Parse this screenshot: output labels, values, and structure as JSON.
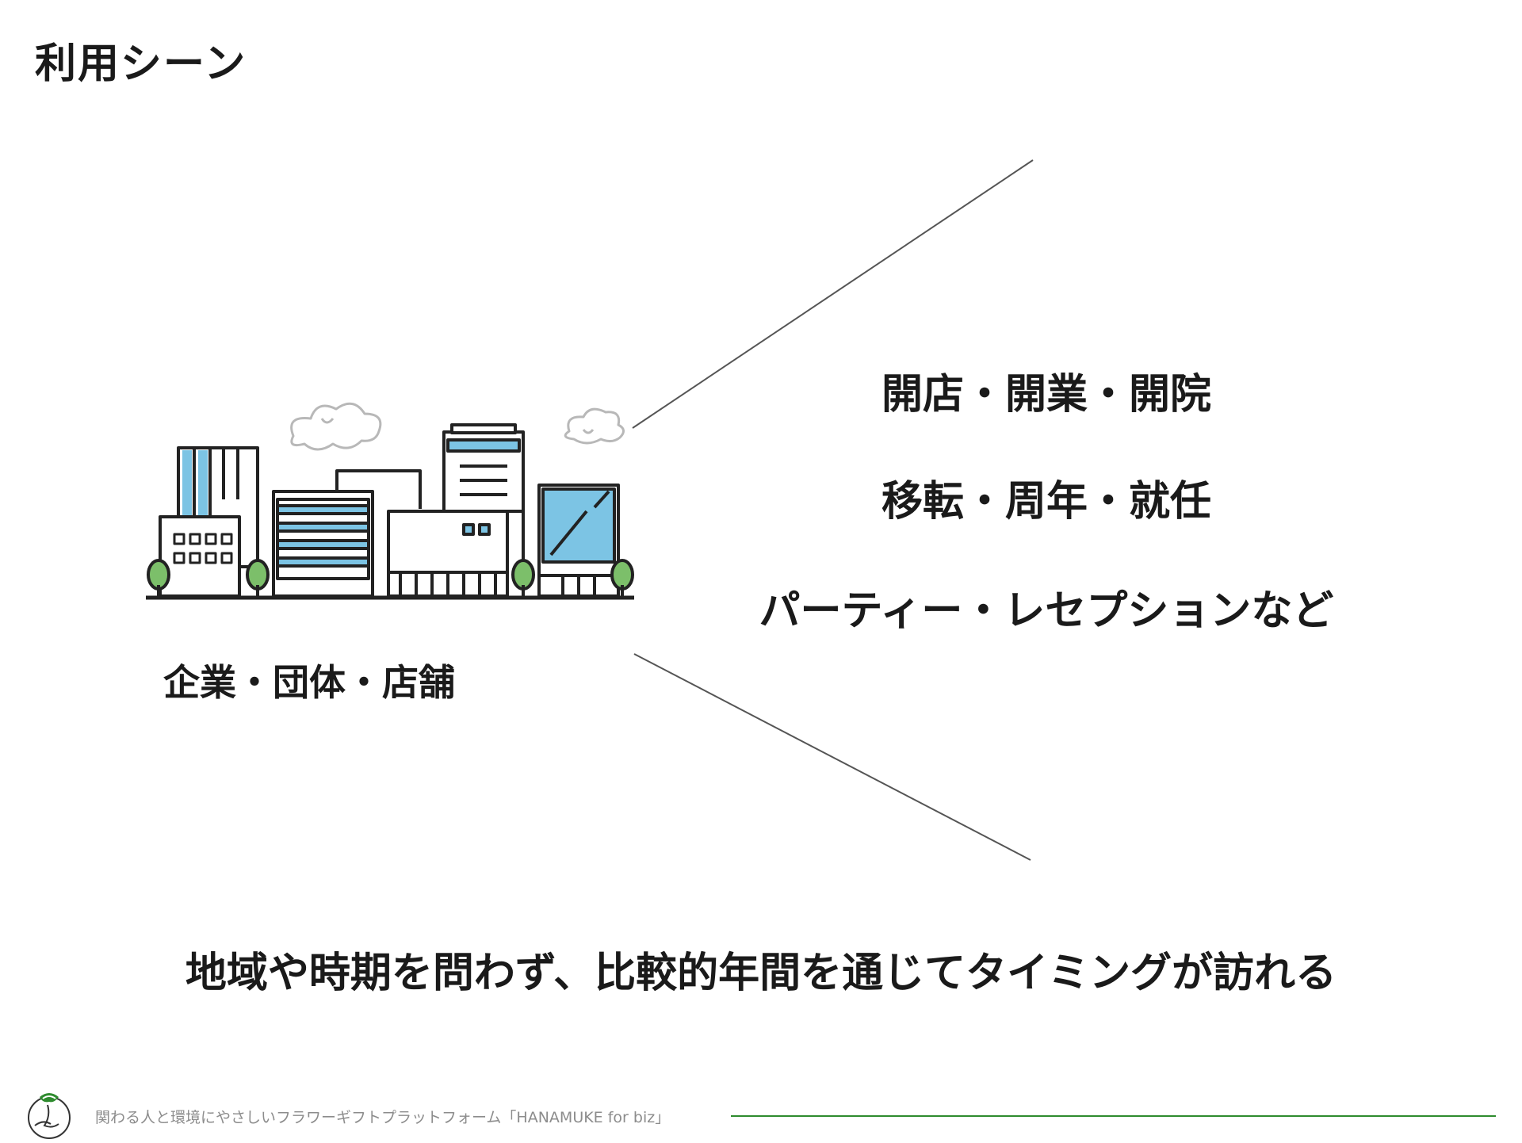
{
  "page": {
    "title": "利用シーン"
  },
  "subject": {
    "illustration_icon": "city-buildings-icon",
    "label": "企業・団体・店舗"
  },
  "scenes": [
    "開店・開業・開院",
    "移転・周年・就任",
    "パーティー・レセプションなど"
  ],
  "summary": "地域や時期を問わず、比較的年間を通じてタイミングが訪れる",
  "footer": {
    "logo_icon": "flower-logo-icon",
    "tagline": "関わる人と環境にやさしいフラワーギフトプラットフォーム「HANAMUKE for biz」"
  },
  "colors": {
    "accent_blue": "#7cc4e4",
    "tree_green": "#7cbf6a",
    "footer_rule": "#2e8b2e",
    "text": "#1a1a1a",
    "footer_text": "#8c8c8c"
  }
}
